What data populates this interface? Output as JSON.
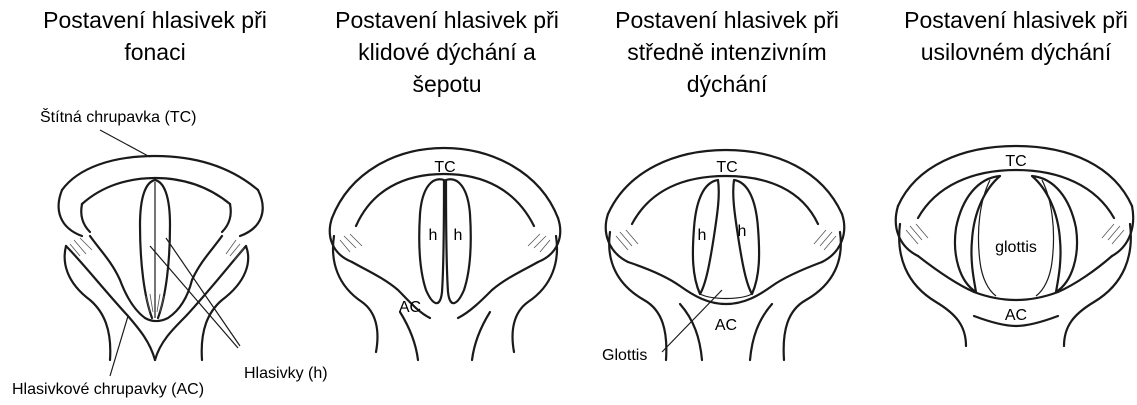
{
  "panels": [
    {
      "title_line1": "Postavení hlasivek při",
      "title_line2": "fonaci",
      "title_line3": ""
    },
    {
      "title_line1": "Postavení hlasivek při",
      "title_line2": "klidové dýchání a",
      "title_line3": "šepotu"
    },
    {
      "title_line1": "Postavení hlasivek při",
      "title_line2": "středně intenzivním",
      "title_line3": "dýchání"
    },
    {
      "title_line1": "Postavení hlasivek při",
      "title_line2": "usilovném dýchání",
      "title_line3": ""
    }
  ],
  "labels": {
    "thyroid": "Štítná chrupavka (TC)",
    "vocal_folds": "Hlasivky (h)",
    "arytenoid": "Hlasivkové chrupavky (AC)",
    "tc": "TC",
    "ac": "AC",
    "h": "h",
    "glottis_upper": "Glottis",
    "glottis_lower": "glottis"
  }
}
